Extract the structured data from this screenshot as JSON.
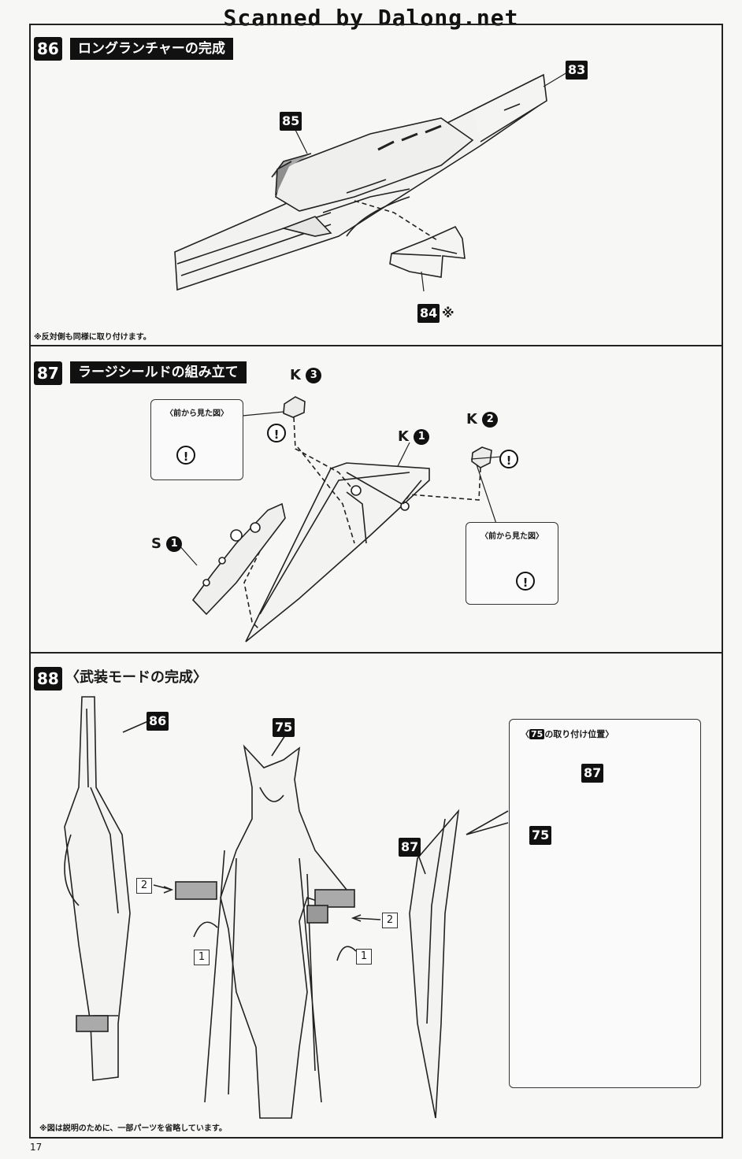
{
  "watermark": "Scanned by Dalong.net",
  "page_number": "17",
  "steps": [
    {
      "number": "86",
      "title": "ロングランチャーの完成",
      "part_tags": [
        "83",
        "85",
        "84"
      ],
      "footnote_mark": "※",
      "note": "※反対側も同様に取り付けます。"
    },
    {
      "number": "87",
      "title": "ラージシールドの組み立て",
      "runner_labels": [
        {
          "letter": "K",
          "num": "3"
        },
        {
          "letter": "K",
          "num": "2"
        },
        {
          "letter": "K",
          "num": "1"
        },
        {
          "letter": "S",
          "num": "1"
        }
      ],
      "callout_title": "〈前から見た図〉",
      "warning_mark": "!"
    },
    {
      "number": "88",
      "title": "〈武装モードの完成〉",
      "part_tags": [
        "86",
        "75",
        "87"
      ],
      "order_marks": [
        "1",
        "2"
      ],
      "inset_title_prefix": "〈",
      "inset_title_tag": "75",
      "inset_title_suffix": "の取り付け位置〉",
      "inset_tags": [
        "87",
        "75"
      ],
      "note": "※図は説明のために、一部パーツを省略しています。"
    }
  ]
}
